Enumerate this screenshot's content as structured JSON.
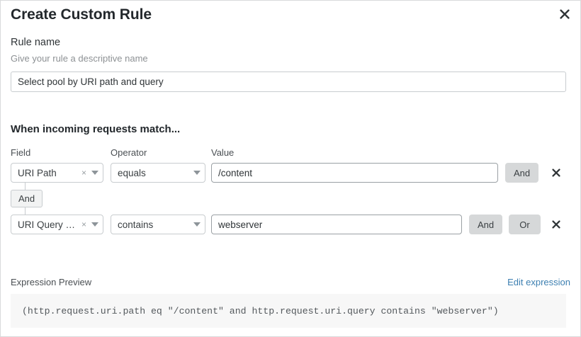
{
  "dialog": {
    "title": "Create Custom Rule",
    "close_icon": "close-icon"
  },
  "rule_name": {
    "label": "Rule name",
    "help": "Give your rule a descriptive name",
    "value": "Select pool by URI path and query",
    "placeholder": "Rule name"
  },
  "match_section": {
    "heading": "When incoming requests match...",
    "columns": {
      "field": "Field",
      "operator": "Operator",
      "value": "Value"
    },
    "connector": {
      "label": "And"
    },
    "rows": [
      {
        "field": "URI Path",
        "field_clear_icon": "clear-icon",
        "field_caret_icon": "chevron-down-icon",
        "operator": "equals",
        "operator_caret_icon": "chevron-down-icon",
        "value": "/content",
        "value_placeholder": "Value",
        "and_label": "And",
        "remove_icon": "close-icon"
      },
      {
        "field": "URI Query St...",
        "field_clear_icon": "clear-icon",
        "field_caret_icon": "chevron-down-icon",
        "operator": "contains",
        "operator_caret_icon": "chevron-down-icon",
        "value": "webserver",
        "value_placeholder": "Value",
        "and_label": "And",
        "or_label": "Or",
        "remove_icon": "close-icon"
      }
    ]
  },
  "expression_preview": {
    "label": "Expression Preview",
    "edit_link": "Edit expression",
    "code": "(http.request.uri.path eq \"/content\" and http.request.uri.query contains \"webserver\")"
  },
  "colors": {
    "link": "#3c7fb1",
    "logic_button_bg": "#d6d8d9",
    "code_bg": "#f7f7f7",
    "border": "#c8cccf",
    "muted_text": "#8d9194"
  }
}
